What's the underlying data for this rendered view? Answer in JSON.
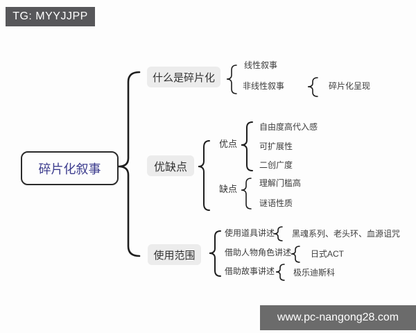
{
  "badges": {
    "top_left": "TG: MYYJJPP",
    "bottom_right": "www.pc-nangong28.com"
  },
  "colors": {
    "badge_top_bg": "#57575a",
    "badge_bottom_bg": "#6b6b6b",
    "root_text": "#3d3d8e",
    "root_border": "#2b2b2b",
    "branch_box_bg": "#ececec",
    "connector": "#1e1e1e",
    "leaf_text": "#3c3c3c",
    "background": "#fdfdfd"
  },
  "mindmap": {
    "root": {
      "label": "碎片化叙事"
    },
    "branches": [
      {
        "label": "什么是碎片化",
        "children": [
          {
            "label": "线性叙事"
          },
          {
            "label": "非线性叙事",
            "children": [
              {
                "label": "碎片化呈现"
              }
            ]
          }
        ]
      },
      {
        "label": "优缺点",
        "children": [
          {
            "label": "优点",
            "children": [
              {
                "label": "自由度高代入感"
              },
              {
                "label": "可扩展性"
              },
              {
                "label": "二创广度"
              }
            ]
          },
          {
            "label": "缺点",
            "children": [
              {
                "label": "理解门槛高"
              },
              {
                "label": "谜语性质"
              }
            ]
          }
        ]
      },
      {
        "label": "使用范围",
        "children": [
          {
            "label": "使用道具讲述",
            "children": [
              {
                "label": "黑魂系列、老头环、血源诅咒"
              }
            ]
          },
          {
            "label": "借助人物角色讲述",
            "children": [
              {
                "label": "日式ACT"
              }
            ]
          },
          {
            "label": "借助故事讲述",
            "children": [
              {
                "label": "极乐迪斯科"
              }
            ]
          }
        ]
      }
    ]
  }
}
